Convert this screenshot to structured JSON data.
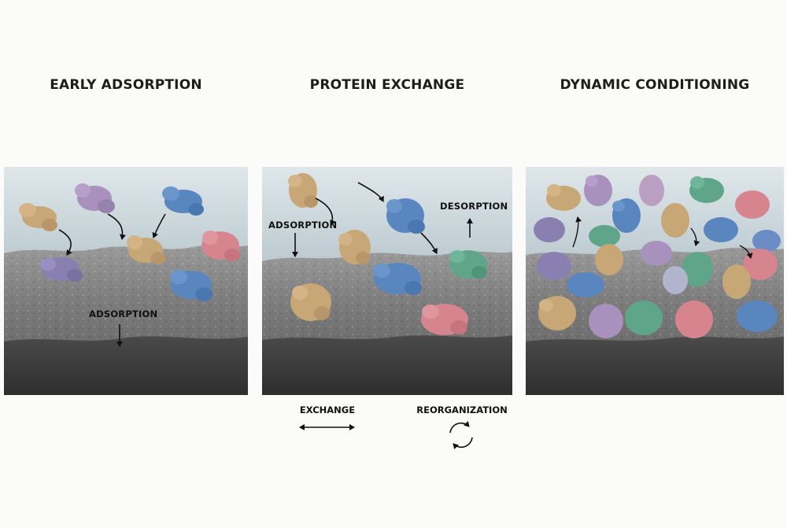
{
  "panels": [
    {
      "title": "EARLY ADSORPTION",
      "labels": {
        "adsorption": "ADSORPTION"
      }
    },
    {
      "title": "PROTEIN EXCHANGE",
      "labels": {
        "adsorption": "ADSORPTION",
        "desorption": "DESORPTION"
      }
    },
    {
      "title": "DYNAMIC CONDITIONING"
    }
  ],
  "legend": {
    "exchange": "EXCHANGE",
    "reorganization": "REORGANIZATION"
  },
  "colors": {
    "background": "#fbfbfa",
    "water": "#c9d6dc",
    "surface": "#8c8c8c",
    "substrate": "#3f3f3f",
    "protein_tan": "#c8a777",
    "protein_lavender": "#a891bd",
    "protein_blue": "#5a86c0",
    "protein_pink": "#d6848e",
    "protein_green": "#5fa589",
    "protein_purple": "#8a7fb1"
  }
}
